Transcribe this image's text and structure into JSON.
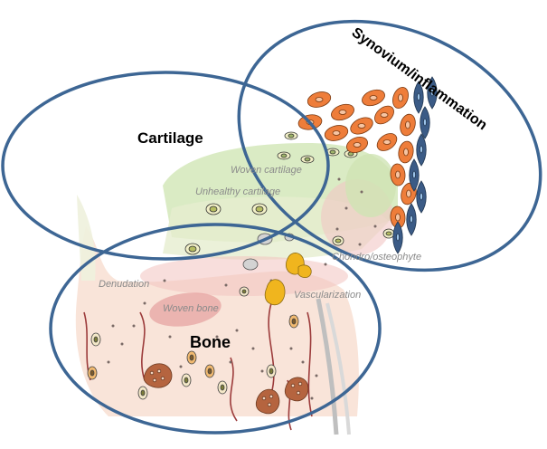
{
  "domains": {
    "cartilage": "Cartilage",
    "synovium": "Synovium/inflammation",
    "bone": "Bone"
  },
  "labels": {
    "woven_cartilage": "Woven cartilage",
    "unhealthy_cartilage": "Unhealthy cartilage",
    "chondro_osteophyte": "Chondro/osteophyte",
    "denudation": "Denudation",
    "vascularization": "Vascularization",
    "woven_bone": "Woven bone"
  },
  "colors": {
    "ellipse_stroke": "#3d6694",
    "cartilage_green": "#cfe3b4",
    "bone_pink": "#f7d6c6",
    "woven_pink": "#e9a6a6",
    "synovial_orange": "#ee7d3a",
    "synovial_blue": "#3b5b86",
    "vessel_red": "#9c3b3b",
    "osteoclast_brown": "#b5643f",
    "vascular_yellow": "#f0b51e"
  }
}
